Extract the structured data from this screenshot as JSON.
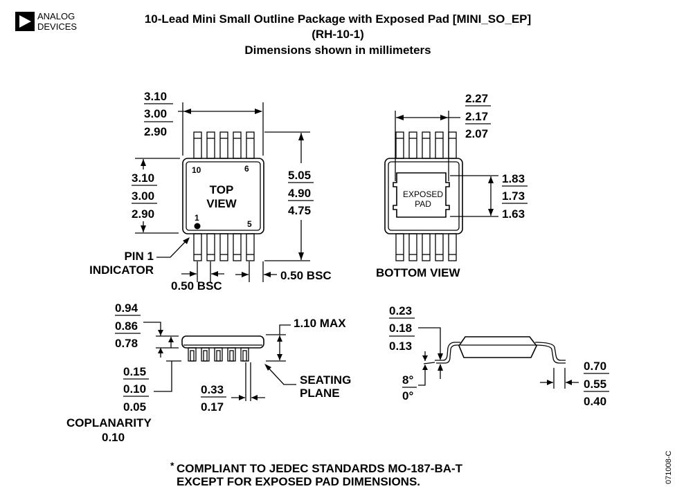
{
  "logo": {
    "line1": "ANALOG",
    "line2": "DEVICES"
  },
  "title": {
    "line1": "10-Lead Mini Small Outline Package with Exposed Pad [MINI_SO_EP]",
    "line2": "(RH-10-1)",
    "line3": "Dimensions shown in millimeters"
  },
  "top_view": {
    "label1": "TOP",
    "label2": "VIEW",
    "pin10": "10",
    "pin6": "6",
    "pin1": "1",
    "pin5": "5",
    "width": [
      "3.10",
      "3.00",
      "2.90"
    ],
    "body_length": [
      "3.10",
      "3.00",
      "2.90"
    ],
    "overall_length": [
      "5.05",
      "4.90",
      "4.75"
    ],
    "pin1_indicator": [
      "PIN 1",
      "INDICATOR"
    ],
    "pitch": "0.50 BSC",
    "pitch_right": "0.50 BSC"
  },
  "bottom_view": {
    "label": "BOTTOM VIEW",
    "pad_label1": "EXPOSED",
    "pad_label2": "PAD",
    "pad_width": [
      "2.27",
      "2.17",
      "2.07"
    ],
    "pad_length": [
      "1.83",
      "1.73",
      "1.63"
    ]
  },
  "side_view": {
    "standoff_height": [
      "0.94",
      "0.86",
      "0.78"
    ],
    "max_height": "1.10 MAX",
    "standoff": [
      "0.15",
      "0.10",
      "0.05"
    ],
    "lead_width": [
      "0.33",
      "0.17"
    ],
    "seating_plane": [
      "SEATING",
      "PLANE"
    ],
    "coplanarity": [
      "COPLANARITY",
      "0.10"
    ]
  },
  "end_view": {
    "lead_thickness": [
      "0.23",
      "0.18",
      "0.13"
    ],
    "angle": [
      "8°",
      "0°"
    ],
    "foot_length": [
      "0.70",
      "0.55",
      "0.40"
    ]
  },
  "footnote": {
    "asterisk": "*",
    "line1": "COMPLIANT TO JEDEC STANDARDS MO-187-BA-T",
    "line2": "EXCEPT FOR EXPOSED PAD DIMENSIONS."
  },
  "doc_id": "071008-C"
}
